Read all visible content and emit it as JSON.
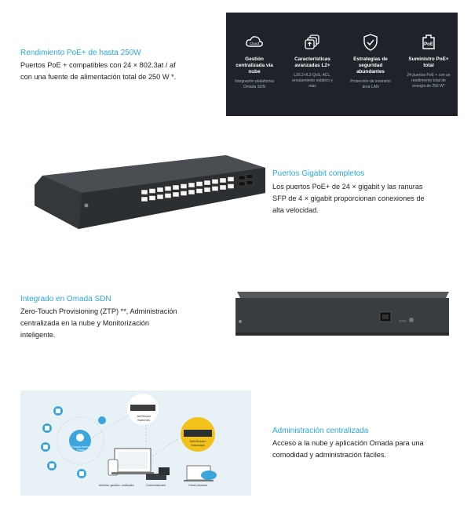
{
  "section1": {
    "title": "Rendimiento PoE+ de hasta 250W",
    "line1": "Puertos PoE + compatibles con 24 × 802.3at / af",
    "line2": "con una fuente de alimentación total de 250 W *."
  },
  "panel": {
    "features": [
      {
        "icon": "cloud-icon",
        "icon_text": "Cloud",
        "title1": "Gestión",
        "title2": "centralizada vía",
        "title3": "nube",
        "desc1": "Integración plataforma",
        "desc2": "Omada SDN"
      },
      {
        "icon": "layers-icon",
        "icon_text": "",
        "title1": "Características",
        "title2": "avanzadas L2+",
        "title3": "",
        "desc1": "L2/L2+/L3 QoS, ACL,",
        "desc2": "enrutamiento estático y",
        "desc3": "más"
      },
      {
        "icon": "shield-icon",
        "icon_text": "",
        "title1": "Estrategias de",
        "title2": "seguridad",
        "title3": "abundantes",
        "desc1": "Protección de inversión",
        "desc2": "área LAN"
      },
      {
        "icon": "poe-icon",
        "icon_text": "PoE",
        "title1": "Suministro PoE+",
        "title2": "total",
        "title3": "",
        "desc1": "24 puertos PoE + con un",
        "desc2": "rendimiento total de",
        "desc3": "energía de 250 W*"
      }
    ]
  },
  "section2": {
    "title": "Puertos Gigabit completos",
    "line1": "Los puertos PoE+ de 24 × gigabit y las ranuras",
    "line2": "SFP de 4 × gigabit proporcionan conexiones de",
    "line3": "alta velocidad."
  },
  "section3": {
    "title": "Integrado en Omada SDN",
    "line1": "Zero-Touch Provisioning (ZTP) **, Administración",
    "line2": "centralizada en la nube y Monitorización",
    "line3": "inteligente."
  },
  "section4": {
    "title": "Administración centralizada",
    "line1": "Acceso a la nube y aplicación Omada para una",
    "line2": "comodidad y administración fáciles."
  },
  "diagram": {
    "center_label": "Omada Access Points",
    "switch_label": "JetStream Switches",
    "gateway_label": "SafeStream Gateways",
    "ui_label": "Interfaz gestión unificada",
    "controller_label": "Controladores",
    "cloud_label": "Cloud Access"
  },
  "colors": {
    "accent": "#2aa9d6",
    "panel": "#1d2329",
    "switch": "#3a3d40",
    "gateway": "#f2c21b"
  }
}
